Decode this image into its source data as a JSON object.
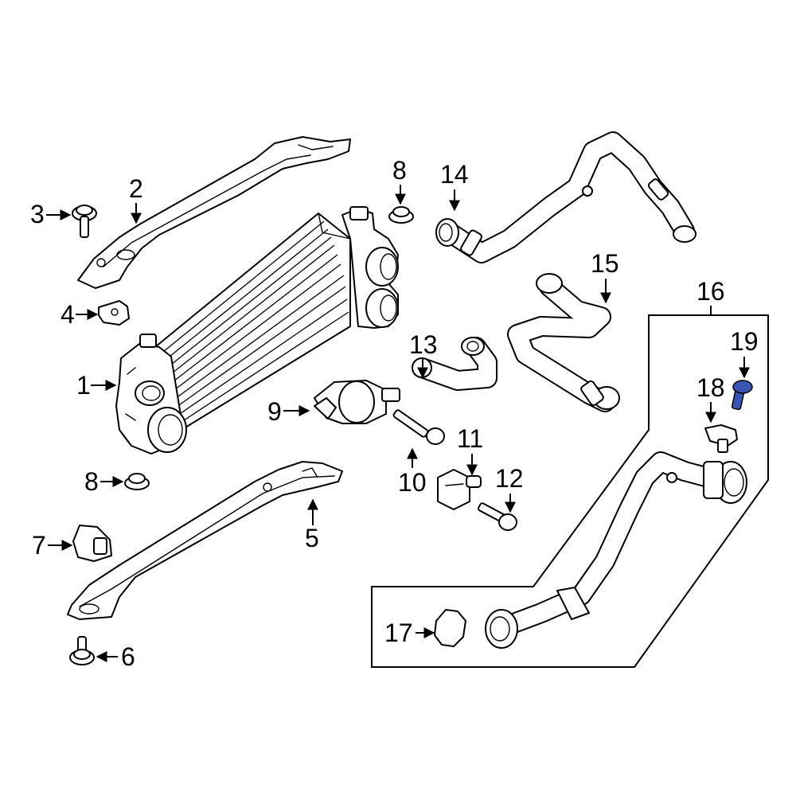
{
  "callouts": {
    "c1": "1",
    "c2": "2",
    "c3": "3",
    "c4": "4",
    "c5": "5",
    "c6": "6",
    "c7": "7",
    "c8a": "8",
    "c8b": "8",
    "c9": "9",
    "c10": "10",
    "c11": "11",
    "c12": "12",
    "c13": "13",
    "c14": "14",
    "c15": "15",
    "c16": "16",
    "c17": "17",
    "c18": "18",
    "c19": "19"
  },
  "colors": {
    "line": "#000000",
    "background": "#ffffff",
    "highlight": "#3a55b4"
  },
  "highlighted_part": "19"
}
